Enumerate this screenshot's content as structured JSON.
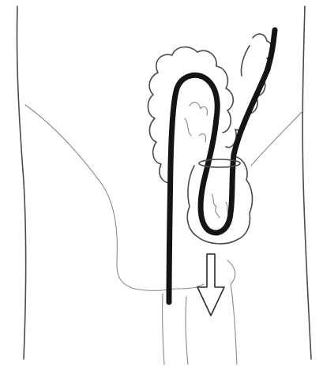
{
  "figure": {
    "colors": {
      "background": "#ffffff",
      "pencil_line": "#4a4a4a",
      "faint_line": "#8a8a8a",
      "endoscope": "#141414",
      "arrow_fill": "#ffffff"
    },
    "elements": [
      "body-outline",
      "colon-outline",
      "endoscope-loop",
      "abdominal-pressure-ring",
      "withdraw-direction-arrow"
    ]
  }
}
